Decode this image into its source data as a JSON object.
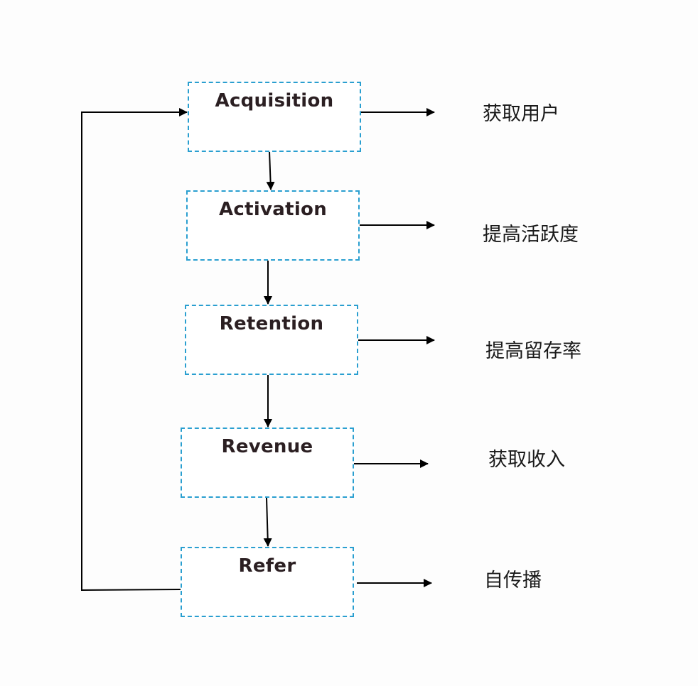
{
  "diagram": {
    "stages": [
      {
        "label": "Acquisition",
        "goal": "获取用户"
      },
      {
        "label": "Activation",
        "goal": "提高活跃度"
      },
      {
        "label": "Retention",
        "goal": "提高留存率"
      },
      {
        "label": "Revenue",
        "goal": "获取收入"
      },
      {
        "label": "Refer",
        "goal": "自传播"
      }
    ],
    "colors": {
      "box_border": "#2a9fd0",
      "arrow": "#000000",
      "label_text": "#2b1f22"
    }
  }
}
